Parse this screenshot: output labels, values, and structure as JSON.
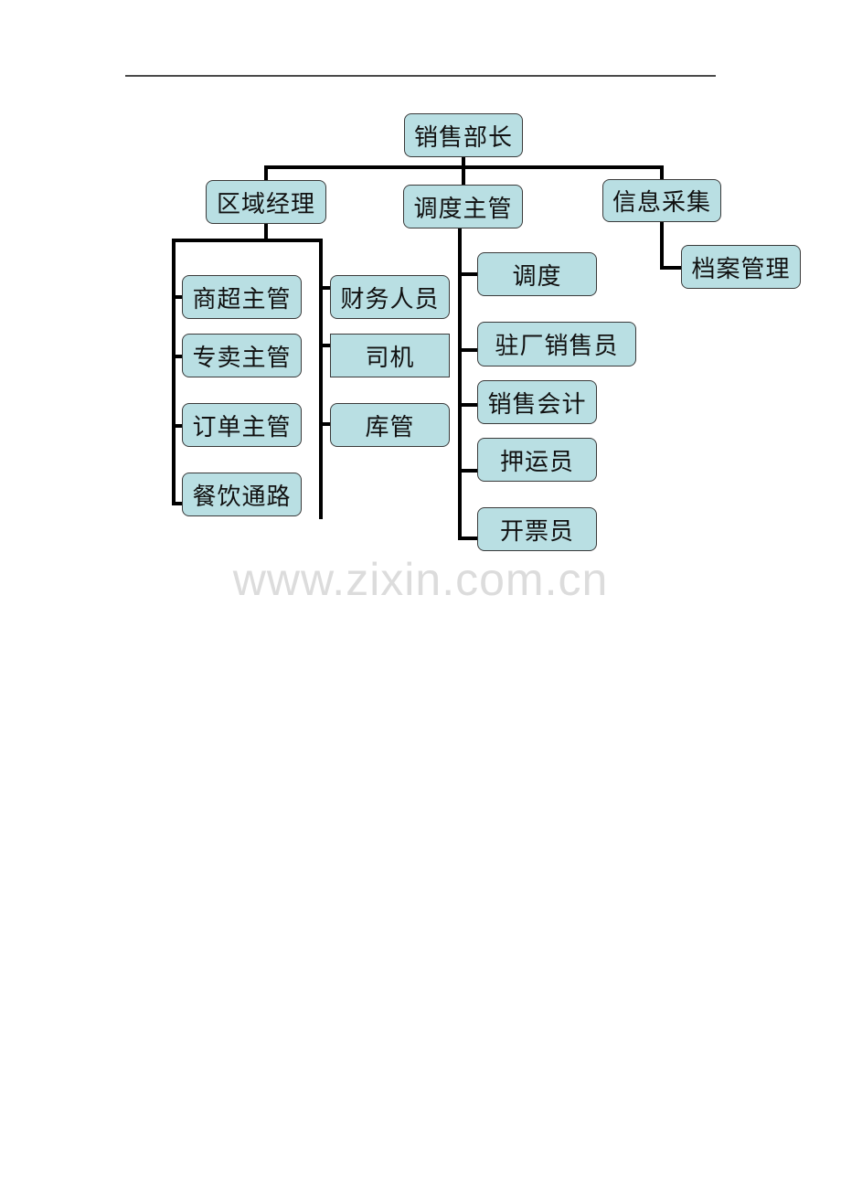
{
  "diagram": {
    "type": "org-chart",
    "root": {
      "label": "销售部长"
    },
    "level1": [
      {
        "label": "区域经理"
      },
      {
        "label": "调度主管"
      },
      {
        "label": "信息采集"
      }
    ],
    "regional_manager_children": {
      "left_column": [
        {
          "label": "商超主管"
        },
        {
          "label": "专卖主管"
        },
        {
          "label": "订单主管"
        },
        {
          "label": "餐饮通路"
        }
      ],
      "right_column": [
        {
          "label": "财务人员"
        },
        {
          "label": "司机"
        },
        {
          "label": "库管"
        }
      ]
    },
    "dispatch_supervisor_children": [
      {
        "label": "调度"
      },
      {
        "label": "驻厂销售员"
      },
      {
        "label": "销售会计"
      },
      {
        "label": "押运员"
      },
      {
        "label": "开票员"
      }
    ],
    "info_collection_children": [
      {
        "label": "档案管理"
      }
    ],
    "colors": {
      "box_fill": "#b9dfe3",
      "box_border": "#3a3a3a",
      "connector": "#000000"
    }
  },
  "watermark": "www.zixin.com.cn"
}
